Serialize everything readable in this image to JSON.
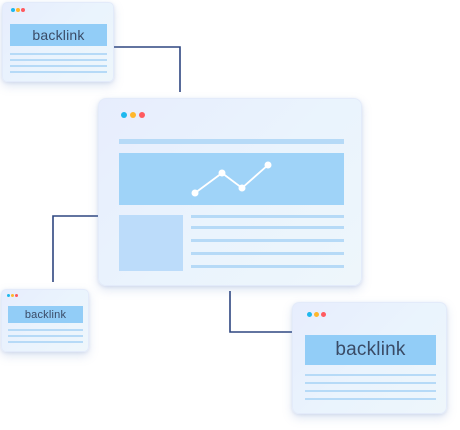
{
  "illustration": {
    "window_controls": {
      "close_color": "#ff5a5f",
      "minimize_color": "#ffb72c",
      "maximize_color": "#1eb8ee"
    },
    "main_window": {
      "chart_icon": "line-chart-icon",
      "hero_color": "#9fd3f8",
      "line_color": "#ffffff"
    },
    "backlink_pages": [
      {
        "label": "backlink"
      },
      {
        "label": "backlink"
      },
      {
        "label": "backlink"
      }
    ],
    "connector_color": "#2e4680"
  }
}
